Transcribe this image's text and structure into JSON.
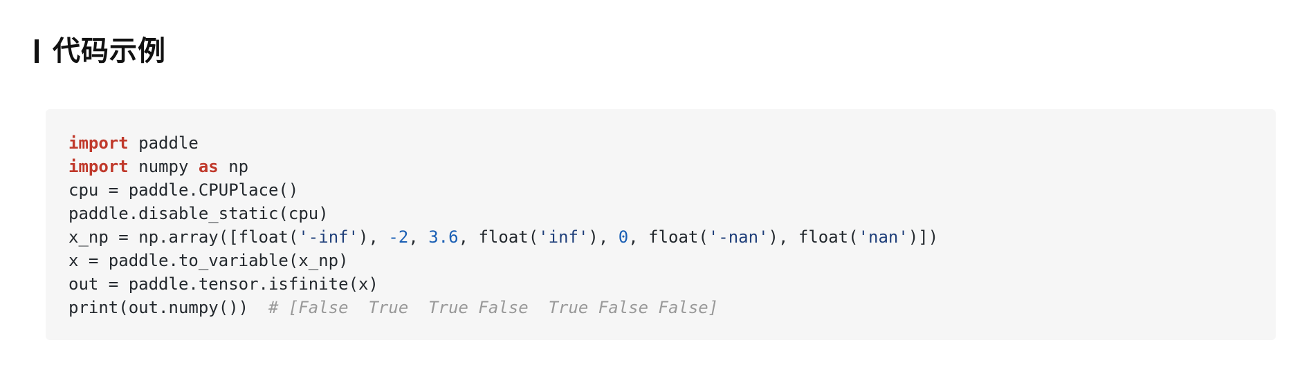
{
  "heading": {
    "title": "代码示例"
  },
  "colors": {
    "keyword": "#c0392b",
    "string": "#1f3f7a",
    "number": "#1a5fb4",
    "comment": "#999999",
    "code_background": "#f6f6f6"
  },
  "code": {
    "language": "python",
    "lines": [
      {
        "tokens": [
          {
            "t": "import",
            "c": "kw"
          },
          {
            "t": " paddle",
            "c": "plain"
          }
        ]
      },
      {
        "tokens": [
          {
            "t": "import",
            "c": "kw"
          },
          {
            "t": " numpy ",
            "c": "plain"
          },
          {
            "t": "as",
            "c": "kw"
          },
          {
            "t": " np",
            "c": "plain"
          }
        ]
      },
      {
        "tokens": [
          {
            "t": "cpu = paddle.CPUPlace()",
            "c": "plain"
          }
        ]
      },
      {
        "tokens": [
          {
            "t": "paddle.disable_static(cpu)",
            "c": "plain"
          }
        ]
      },
      {
        "tokens": [
          {
            "t": "x_np = np.array([float(",
            "c": "plain"
          },
          {
            "t": "'-inf'",
            "c": "str"
          },
          {
            "t": "), ",
            "c": "plain"
          },
          {
            "t": "-2",
            "c": "num"
          },
          {
            "t": ", ",
            "c": "plain"
          },
          {
            "t": "3.6",
            "c": "num"
          },
          {
            "t": ", float(",
            "c": "plain"
          },
          {
            "t": "'inf'",
            "c": "str"
          },
          {
            "t": "), ",
            "c": "plain"
          },
          {
            "t": "0",
            "c": "num"
          },
          {
            "t": ", float(",
            "c": "plain"
          },
          {
            "t": "'-nan'",
            "c": "str"
          },
          {
            "t": "), float(",
            "c": "plain"
          },
          {
            "t": "'nan'",
            "c": "str"
          },
          {
            "t": ")])",
            "c": "plain"
          }
        ]
      },
      {
        "tokens": [
          {
            "t": "x = paddle.to_variable(x_np)",
            "c": "plain"
          }
        ]
      },
      {
        "tokens": [
          {
            "t": "out = paddle.tensor.isfinite(x)",
            "c": "plain"
          }
        ]
      },
      {
        "tokens": [
          {
            "t": "print(out.numpy())  ",
            "c": "plain"
          },
          {
            "t": "# [False  True  True False  True False False]",
            "c": "cm"
          }
        ]
      }
    ]
  }
}
